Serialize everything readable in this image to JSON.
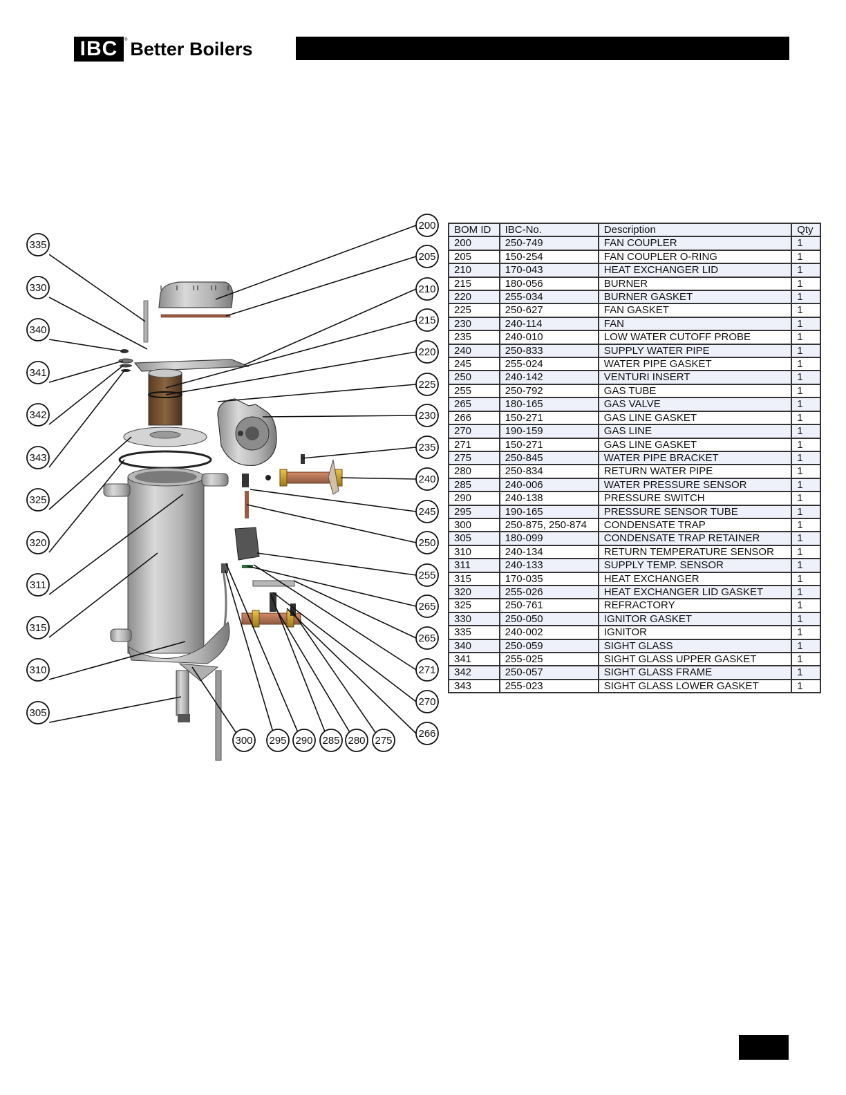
{
  "header": {
    "logo_mark": "IBC",
    "logo_tm": "®",
    "brand": "Better Boilers"
  },
  "table": {
    "columns": [
      "BOM ID",
      "IBC-No.",
      "Description",
      "Qty"
    ],
    "rows": [
      [
        "200",
        "250-749",
        "FAN COUPLER",
        "1"
      ],
      [
        "205",
        "150-254",
        "FAN COUPLER O-RING",
        "1"
      ],
      [
        "210",
        "170-043",
        "HEAT EXCHANGER LID",
        "1"
      ],
      [
        "215",
        "180-056",
        "BURNER",
        "1"
      ],
      [
        "220",
        "255-034",
        "BURNER GASKET",
        "1"
      ],
      [
        "225",
        "250-627",
        "FAN GASKET",
        "1"
      ],
      [
        "230",
        "240-114",
        "FAN",
        "1"
      ],
      [
        "235",
        "240-010",
        "LOW WATER CUTOFF PROBE",
        "1"
      ],
      [
        "240",
        "250-833",
        "SUPPLY WATER PIPE",
        "1"
      ],
      [
        "245",
        "255-024",
        "WATER PIPE GASKET",
        "1"
      ],
      [
        "250",
        "240-142",
        "VENTURI INSERT",
        "1"
      ],
      [
        "255",
        "250-792",
        "GAS TUBE",
        "1"
      ],
      [
        "265",
        "180-165",
        "GAS VALVE",
        "1"
      ],
      [
        "266",
        "150-271",
        "GAS LINE GASKET",
        "1"
      ],
      [
        "270",
        "190-159",
        "GAS LINE",
        "1"
      ],
      [
        "271",
        "150-271",
        "GAS LINE GASKET",
        "1"
      ],
      [
        "275",
        "250-845",
        "WATER PIPE BRACKET",
        "1"
      ],
      [
        "280",
        "250-834",
        "RETURN WATER PIPE",
        "1"
      ],
      [
        "285",
        "240-006",
        "WATER PRESSURE SENSOR",
        "1"
      ],
      [
        "290",
        "240-138",
        "PRESSURE SWITCH",
        "1"
      ],
      [
        "295",
        "190-165",
        "PRESSURE SENSOR TUBE",
        "1"
      ],
      [
        "300",
        "250-875, 250-874",
        "CONDENSATE TRAP",
        "1"
      ],
      [
        "305",
        "180-099",
        "CONDENSATE TRAP  RETAINER",
        "1"
      ],
      [
        "310",
        "240-134",
        "RETURN TEMPERATURE SENSOR",
        "1"
      ],
      [
        "311",
        "240-133",
        "SUPPLY TEMP. SENSOR",
        "1"
      ],
      [
        "315",
        "170-035",
        "HEAT EXCHANGER",
        "1"
      ],
      [
        "320",
        "255-026",
        "HEAT EXCHANGER LID GASKET",
        "1"
      ],
      [
        "325",
        "250-761",
        "REFRACTORY",
        "1"
      ],
      [
        "330",
        "250-050",
        "IGNITOR GASKET",
        "1"
      ],
      [
        "335",
        "240-002",
        "IGNITOR",
        "1"
      ],
      [
        "340",
        "250-059",
        "SIGHT GLASS",
        "1"
      ],
      [
        "341",
        "255-025",
        "SIGHT GLASS UPPER GASKET",
        "1"
      ],
      [
        "342",
        "250-057",
        "SIGHT GLASS FRAME",
        "1"
      ],
      [
        "343",
        "255-023",
        "SIGHT GLASS LOWER GASKET",
        "1"
      ]
    ]
  },
  "diagram": {
    "callouts_left": [
      "335",
      "330",
      "340",
      "341",
      "342",
      "343",
      "325",
      "320",
      "311",
      "315",
      "310",
      "305"
    ],
    "callouts_right": [
      "200",
      "205",
      "210",
      "215",
      "220",
      "225",
      "230",
      "235",
      "240",
      "245",
      "250",
      "255",
      "265",
      "265",
      "271",
      "270",
      "266"
    ],
    "callouts_bottom": [
      "300",
      "295",
      "290",
      "285",
      "280",
      "275"
    ]
  }
}
